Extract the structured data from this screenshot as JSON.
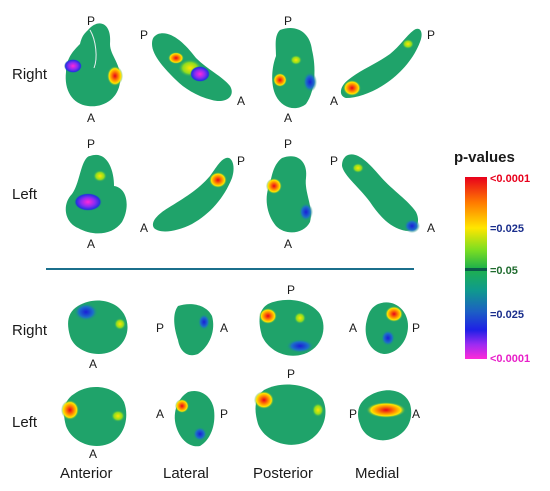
{
  "rows": {
    "top_right": "Right",
    "top_left": "Left",
    "bottom_right": "Right",
    "bottom_left": "Left"
  },
  "views": {
    "anterior": "Anterior",
    "lateral": "Lateral",
    "posterior": "Posterior",
    "medial": "Medial"
  },
  "orient": {
    "p": "P",
    "a": "A"
  },
  "legend": {
    "title": "p-values",
    "ticks": [
      "<0.0001",
      "=0.025",
      "=0.05",
      "=0.025",
      "<0.0001"
    ],
    "tick_colors": [
      "#e8001c",
      "#1a2e8c",
      "#1f6b2e",
      "#1a2e8c",
      "#e81fc8"
    ]
  },
  "colors": {
    "surface": "#1fa36a",
    "divider": "#1b6f8c",
    "significant_high": "#e8001c",
    "significant_low": "#ff2ad8"
  }
}
